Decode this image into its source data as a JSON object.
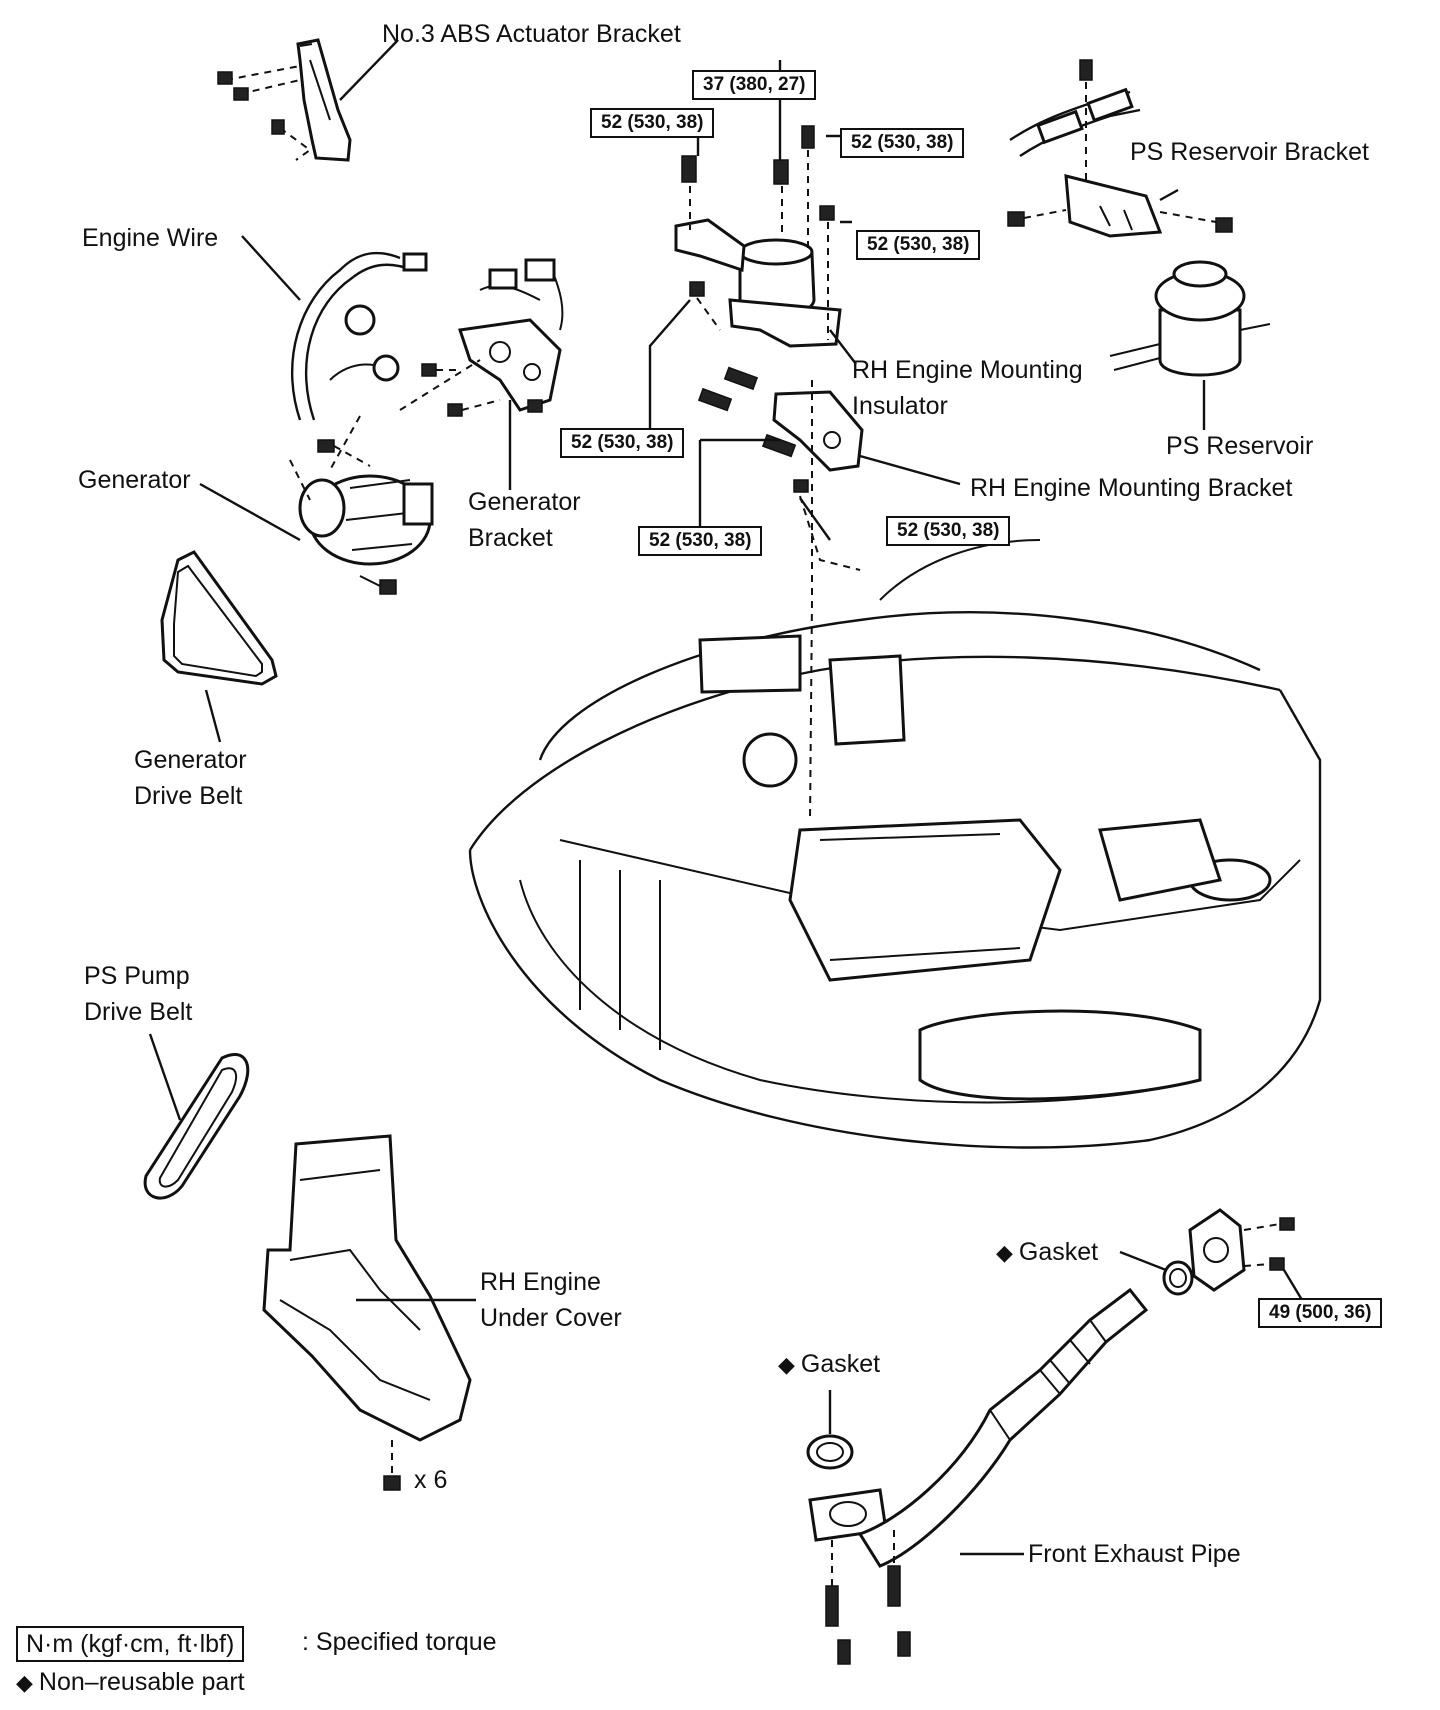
{
  "diagram": {
    "labels": {
      "abs_bracket": "No.3 ABS Actuator Bracket",
      "engine_wire": "Engine Wire",
      "generator": "Generator",
      "generator_bracket": "Generator\nBracket",
      "generator_belt": "Generator\nDrive Belt",
      "ps_pump_belt": "PS Pump\nDrive Belt",
      "under_cover": "RH Engine\nUnder Cover",
      "under_cover_qty": "x 6",
      "ps_reservoir_bracket": "PS Reservoir Bracket",
      "ps_reservoir": "PS Reservoir",
      "mount_insulator": "RH Engine Mounting\nInsulator",
      "mount_bracket": "RH Engine Mounting Bracket",
      "gasket_upper": "Gasket",
      "gasket_lower": "Gasket",
      "exhaust_pipe": "Front Exhaust Pipe"
    },
    "torques": {
      "t1": "37 (380, 27)",
      "t2": "52 (530, 38)",
      "t3": "52 (530, 38)",
      "t4": "52 (530, 38)",
      "t5": "52 (530, 38)",
      "t6": "52 (530, 38)",
      "t7": "52 (530, 38)",
      "t8": "49 (500, 36)"
    },
    "legend": {
      "torque_unit": "N·m (kgf·cm, ft·lbf)",
      "torque_desc": ": Specified torque",
      "nonreusable_symbol": "◆",
      "nonreusable_desc": "Non–reusable part"
    }
  }
}
